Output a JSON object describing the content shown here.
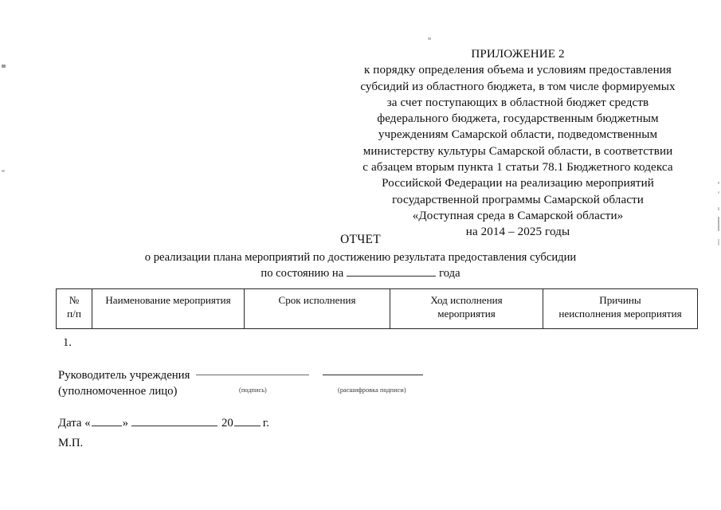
{
  "document": {
    "annex": {
      "title": "ПРИЛОЖЕНИЕ 2",
      "lines": [
        "к порядку определения объема и условиям предоставления",
        "субсидий из областного бюджета, в том числе формируемых",
        "за счет поступающих в областной бюджет средств",
        "федерального бюджета, государственным бюджетным",
        "учреждениям Самарской области, подведомственным",
        "министерству культуры Самарской области, в соответствии",
        "с абзацем вторым пункта 1 статьи 78.1 Бюджетного кодекса",
        "Российской Федерации на реализацию мероприятий",
        "государственной программы Самарской области",
        "«Доступная среда в Самарской области»",
        "на 2014 – 2025 годы"
      ]
    },
    "title": "ОТЧЕТ",
    "subtitle": "о реализации плана мероприятий по достижению результата предоставления субсидии",
    "as_of_prefix": "по состоянию на",
    "as_of_suffix": "года",
    "table": {
      "headers": {
        "num_line1": "№",
        "num_line2": "п/п",
        "name": "Наименование мероприятия",
        "term": "Срок исполнения",
        "progress_line1": "Ход исполнения",
        "progress_line2": "мероприятия",
        "cause_line1": "Причины",
        "cause_line2": "неисполнения мероприятия"
      },
      "rows": [
        {
          "num": "1."
        }
      ]
    },
    "signature": {
      "role_line1": "Руководитель учреждения",
      "role_line2": "(уполномоченное лицо)",
      "caption_signature": "(подпись)",
      "caption_transcript": "(расшифровка подписи)"
    },
    "footer": {
      "date_label": "Дата",
      "quote_open": "«",
      "quote_close": "»",
      "year_prefix": "20",
      "year_suffix": "г.",
      "stamp": "М.П."
    }
  }
}
